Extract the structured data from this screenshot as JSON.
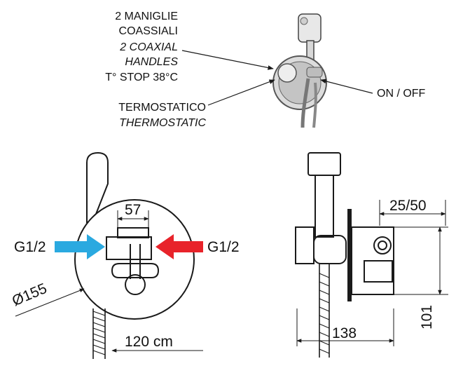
{
  "callouts": {
    "handles_it_1": "2 MANIGLIE",
    "handles_it_2": "COASSIALI",
    "handles_en_1": "2 COAXIAL",
    "handles_en_2": "HANDLES",
    "temp_stop": "T° STOP 38°C",
    "thermo_it": "TERMOSTATICO",
    "thermo_en": "THERMOSTATIC",
    "on_off": "ON / OFF"
  },
  "front_view": {
    "width_dim": "57",
    "inlet_left": "G1/2",
    "inlet_right": "G1/2",
    "plate_diameter": "Ø155",
    "hose_length": "120 cm"
  },
  "side_view": {
    "depth_range": "25/50",
    "total_depth": "138",
    "height": "101"
  },
  "colors": {
    "line": "#1a1a1a",
    "arrow_cold": "#2aa9e0",
    "arrow_hot": "#e8232a"
  }
}
